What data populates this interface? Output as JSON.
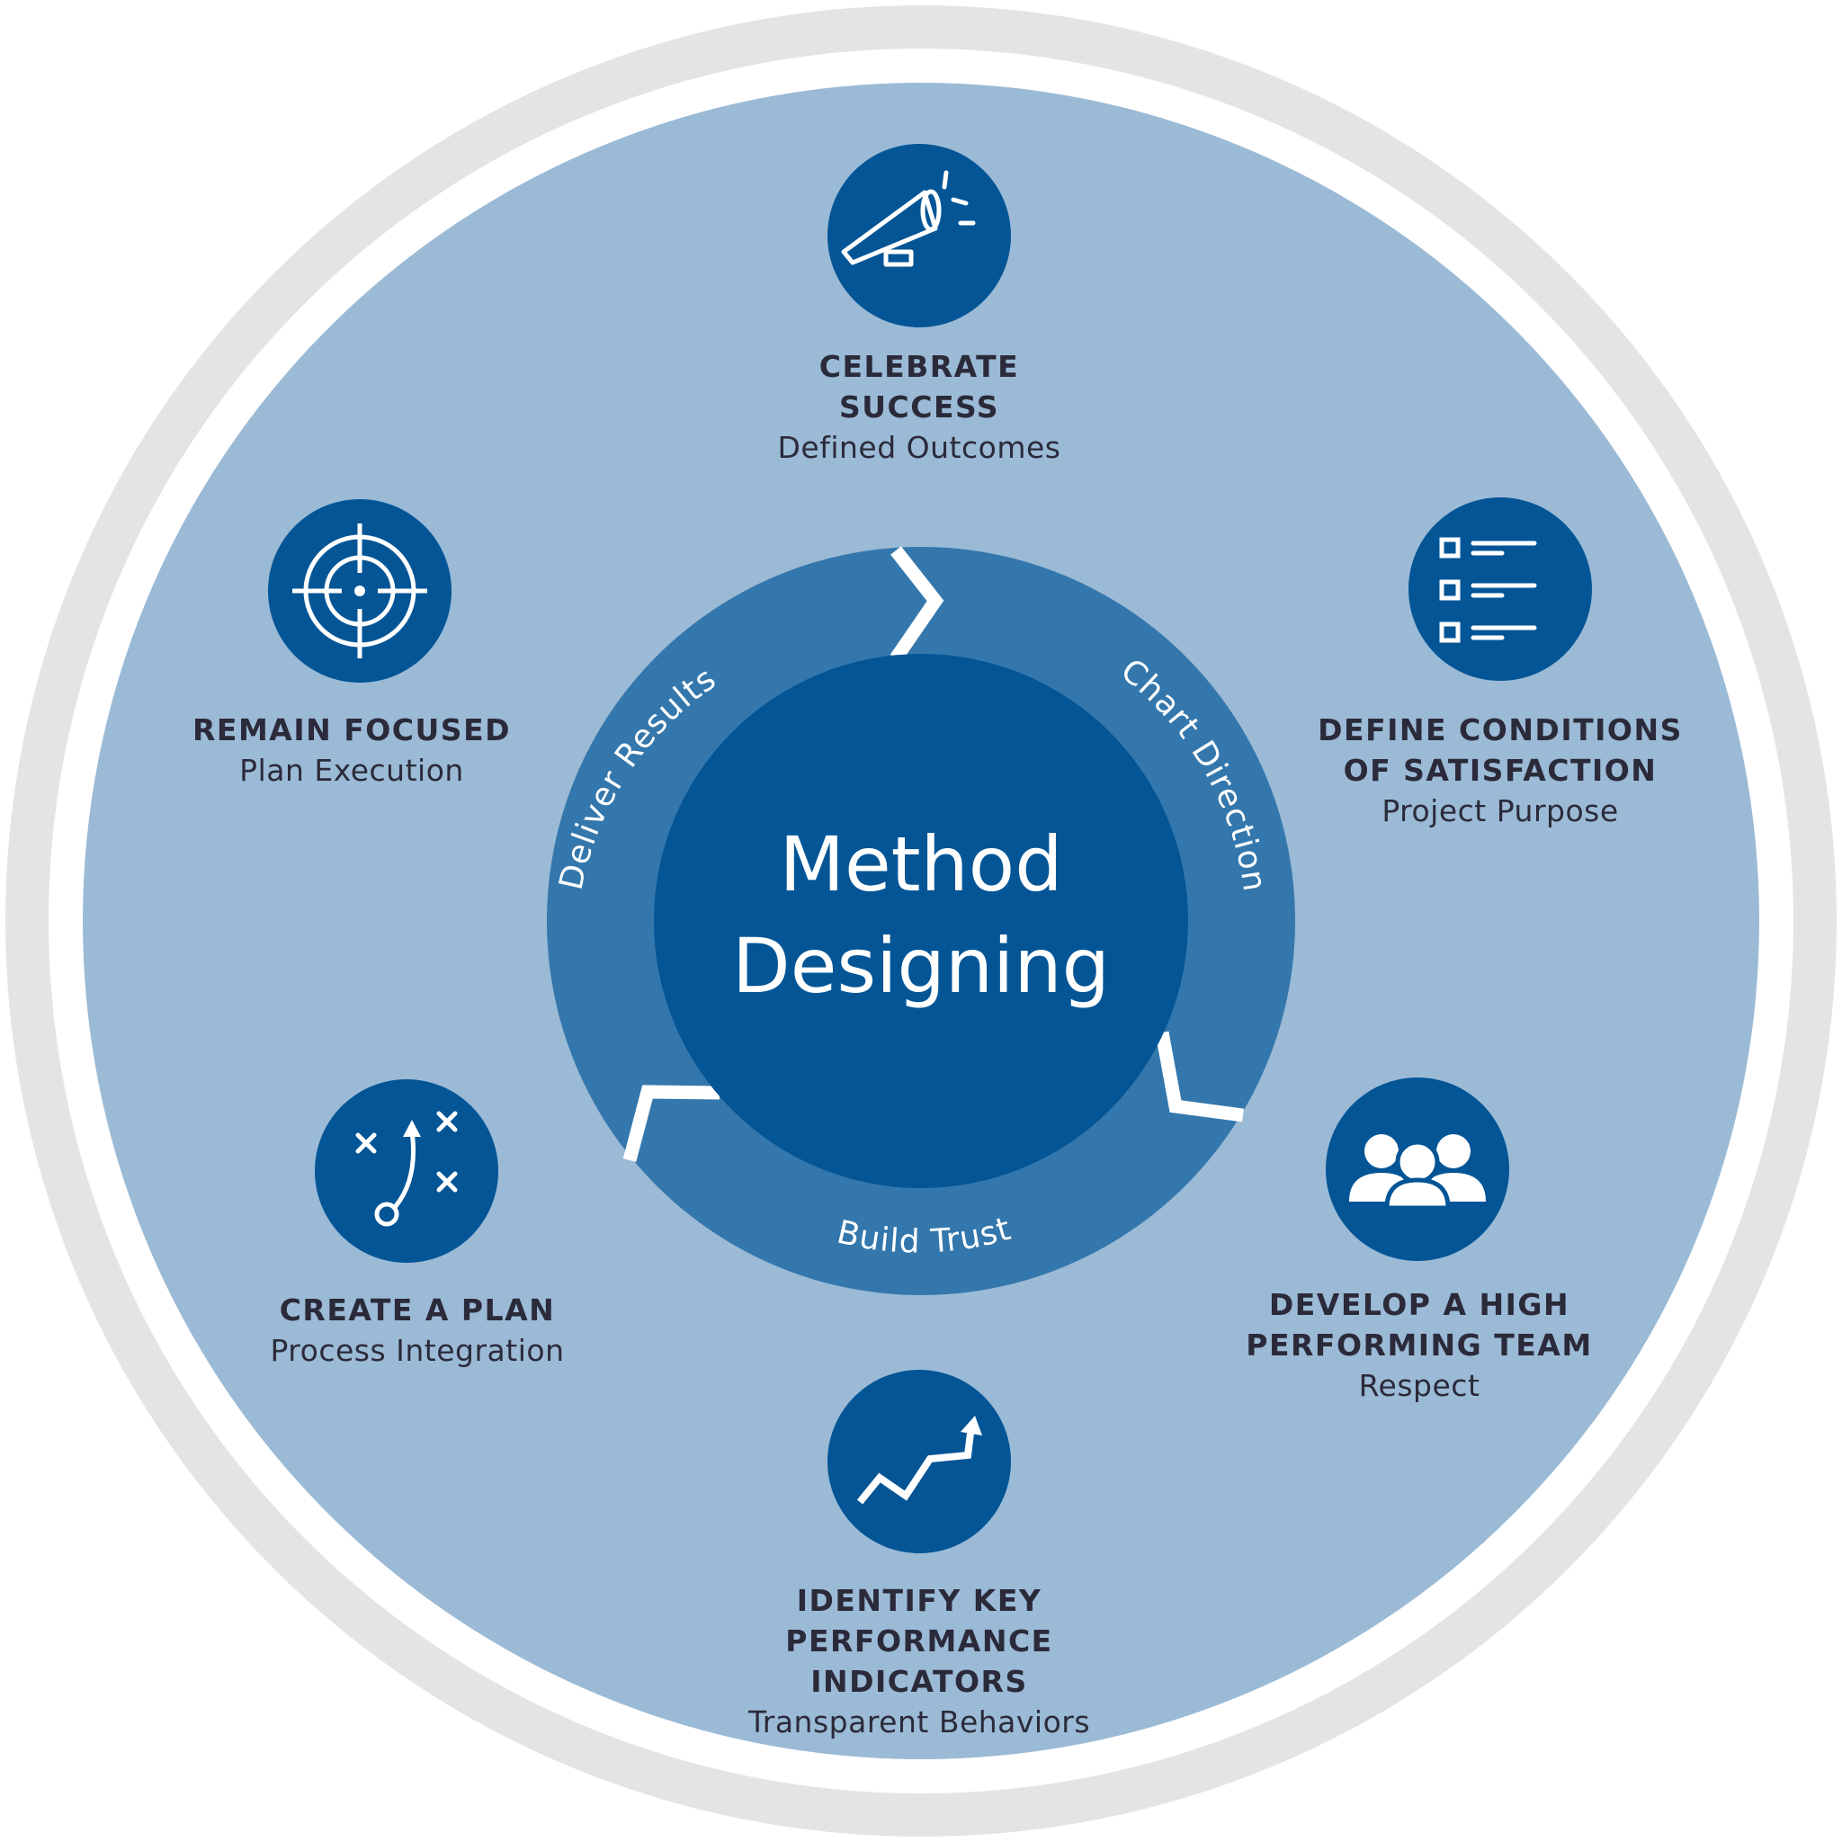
{
  "center": {
    "line1": "Method",
    "line2": "Designing"
  },
  "ring": {
    "deliver": "Deliver Results",
    "chart": "Chart Direction",
    "trust": "Build Trust"
  },
  "nodes": [
    {
      "id": "celebrate",
      "icon": "megaphone-icon",
      "title1": "CELEBRATE",
      "title2": "SUCCESS",
      "subtitle": "Defined Outcomes"
    },
    {
      "id": "define",
      "icon": "checklist-icon",
      "title1": "DEFINE CONDITIONS",
      "title2": "OF SATISFACTION",
      "subtitle": "Project Purpose"
    },
    {
      "id": "develop",
      "icon": "team-icon",
      "title1": "DEVELOP A HIGH",
      "title2": "PERFORMING TEAM",
      "subtitle": "Respect"
    },
    {
      "id": "identify",
      "icon": "trend-up-icon",
      "title1": "IDENTIFY KEY",
      "title2": "PERFORMANCE INDICATORS",
      "subtitle": "Transparent Behaviors"
    },
    {
      "id": "create",
      "icon": "play-diagram-icon",
      "title1": "CREATE A PLAN",
      "title2": "",
      "subtitle": "Process Integration"
    },
    {
      "id": "remain",
      "icon": "target-icon",
      "title1": "REMAIN FOCUSED",
      "title2": "",
      "subtitle": "Plan Execution"
    }
  ],
  "colors": {
    "outer_ring": "#e4e4e5",
    "field": "#9bbad6",
    "mid_ring": "#3477ac",
    "core": "#035596",
    "icon_bg": "#035596",
    "text": "#2b2a3a",
    "light": "#ffffff"
  }
}
